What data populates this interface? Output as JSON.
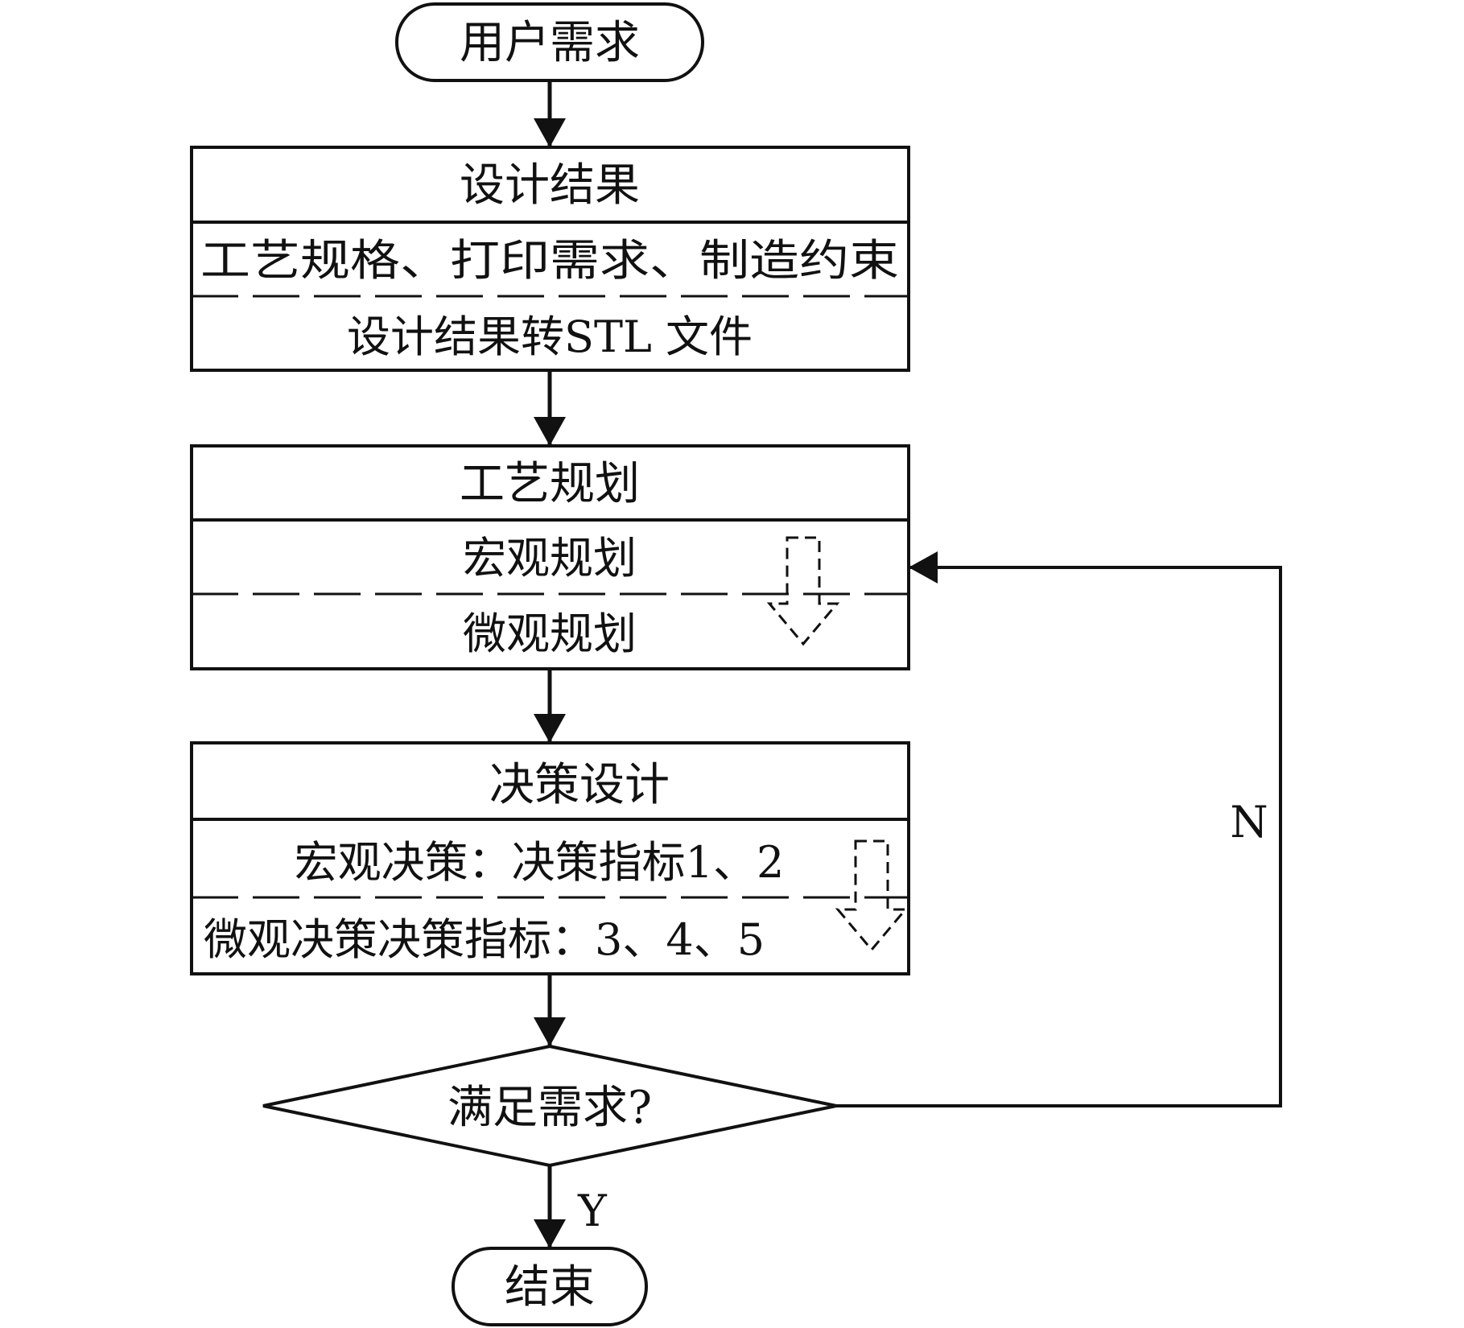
{
  "start": {
    "label": "用户需求"
  },
  "design_box": {
    "title": "设计结果",
    "row1": "工艺规格、打印需求、制造约束",
    "row2": "设计结果转STL 文件"
  },
  "process_box": {
    "title": "工艺规划",
    "row1": "宏观规划",
    "row2": "微观规划"
  },
  "decision_box": {
    "title": "决策设计",
    "row1": "宏观决策：决策指标1、2",
    "row2": "微观决策决策指标：3、4、5"
  },
  "check": {
    "label": "满足需求?"
  },
  "branches": {
    "yes": "Y",
    "no": "N"
  },
  "end": {
    "label": "结束"
  },
  "icons": {
    "dashed_arrow": "dashed-down-arrow-icon"
  },
  "colors": {
    "line": "#111111",
    "background": "#ffffff"
  }
}
